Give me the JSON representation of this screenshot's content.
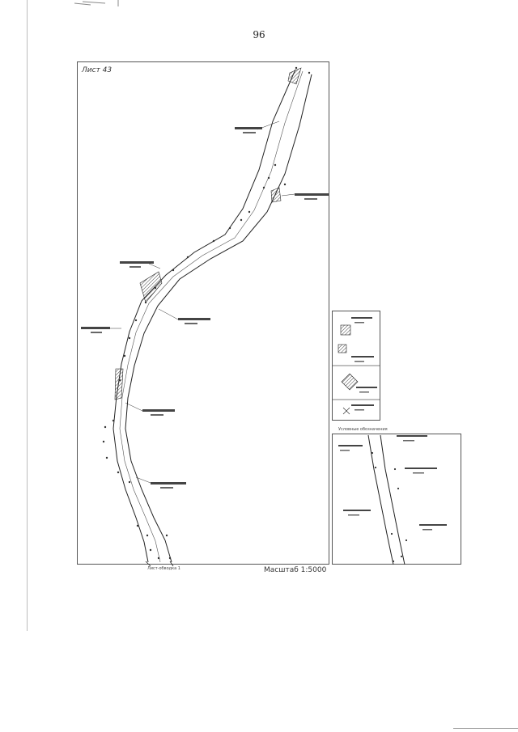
{
  "page": {
    "number": "96"
  },
  "map": {
    "sheet_label": "Лист 43",
    "scale_label": "Масштаб 1:5000",
    "bottom_caption": "Лист-обводка 1",
    "legend_caption": "Условные обозначения"
  },
  "colors": {
    "ink": "#222222",
    "frame": "#555555",
    "hatch": "#444444",
    "background": "#ffffff"
  }
}
